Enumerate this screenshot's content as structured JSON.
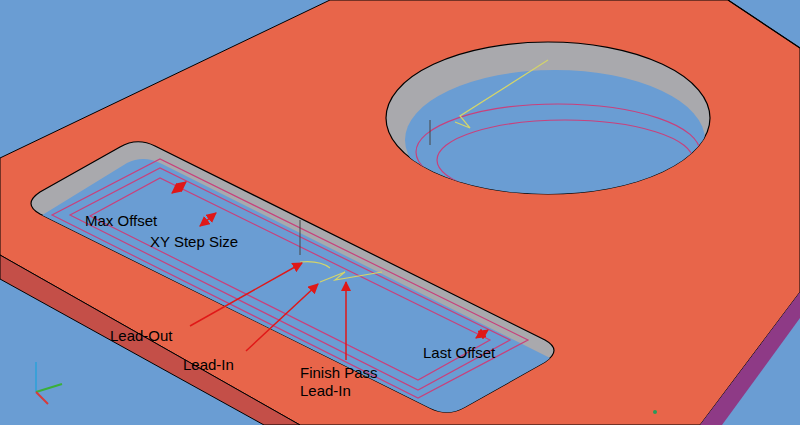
{
  "diagram": {
    "labels": [
      "Max Offset",
      "XY Step Size",
      "Lead-Out",
      "Lead-In",
      "Finish Pass Lead-In",
      "Last Offset"
    ]
  }
}
